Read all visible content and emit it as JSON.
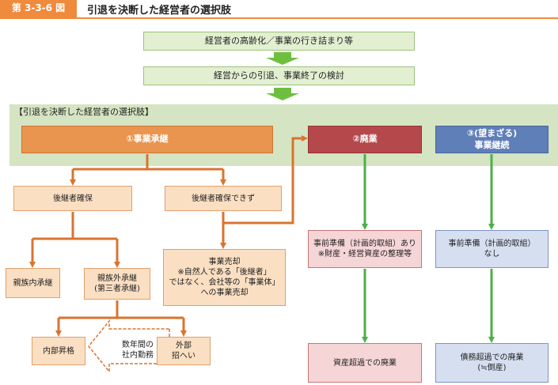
{
  "header": {
    "figure_label": "第 3-3-6 図",
    "title": "引退を決断した経営者の選択肢"
  },
  "top_flow": {
    "step1": "経営者の高齢化／事業の行き詰まり等",
    "step2": "経営からの引退、事業終了の検討"
  },
  "band": {
    "label": "【引退を決断した経営者の選択肢】"
  },
  "options": {
    "opt1": "①事業承継",
    "opt2": "②廃業",
    "opt3": "③(望まざる)\n事業継続"
  },
  "succession": {
    "found": "後継者確保",
    "not_found": "後継者確保できず",
    "family": "親族内承継",
    "non_family": "親族外承継\n(第三者承継)",
    "sale": "事業売却\n※自然人である「後継者」\nではなく、会社等の「事業体」\nへの事業売却",
    "internal": "内部昇格",
    "external": "外部\n招へい",
    "tenure": "数年間の\n社内勤務"
  },
  "closure": {
    "prep": "事前準備（計画的取組）あり\n※財産・経営資産の整理等",
    "result": "資産超過での廃業"
  },
  "continuation": {
    "prep": "事前準備（計画的取組）\nなし",
    "result": "債務超過での廃業\n(≒倒産)"
  },
  "colors": {
    "accent_orange": "#f08a3c",
    "connector_orange": "#d9742f",
    "connector_green": "#4daf4a",
    "option_closure": "#b5484a",
    "option_continuation": "#5f7fb9"
  }
}
